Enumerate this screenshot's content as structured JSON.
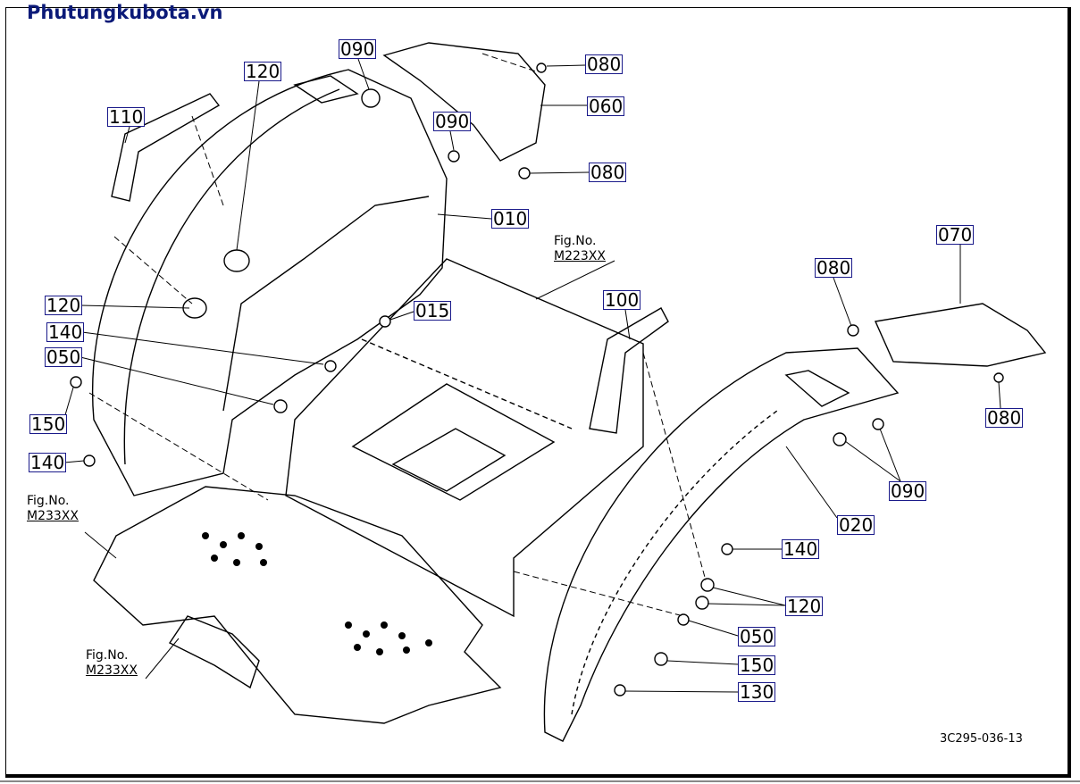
{
  "site_logo": "Phutungkubota.vn",
  "drawing_code": "3C295-036-13",
  "fig_ref": {
    "prefix": "Fig.No.",
    "top": "M223XX",
    "left": "M233XX",
    "bottom": "M233XX"
  },
  "labels": [
    "090",
    "120",
    "080",
    "060",
    "110",
    "090",
    "080",
    "010",
    "070",
    "080",
    "100",
    "015",
    "120",
    "140",
    "050",
    "150",
    "140",
    "080",
    "090",
    "020",
    "140",
    "120",
    "050",
    "150",
    "130"
  ],
  "colors": {
    "logo": "#0b1a78",
    "label_border": "#1a1a8a",
    "line": "#000000"
  }
}
